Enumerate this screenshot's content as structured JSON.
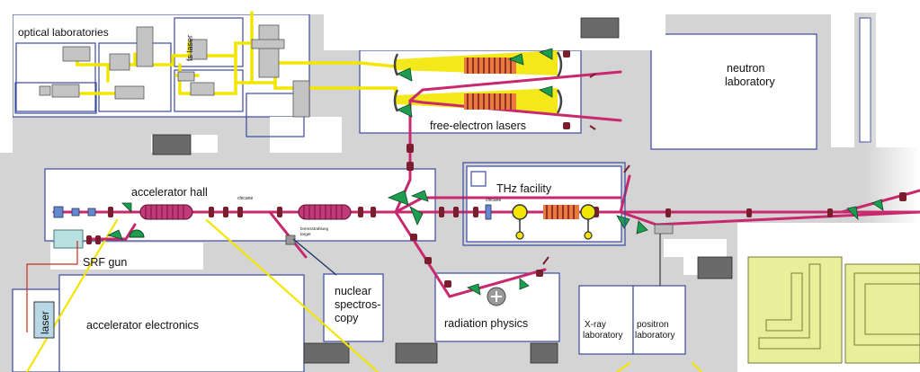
{
  "rooms": {
    "optical_laboratories": "optical laboratories",
    "fs_laser": "fs laser",
    "free_electron_lasers": "free-electron lasers",
    "neutron_laboratory": [
      "neutron",
      "laboratory"
    ],
    "accelerator_hall": "accelerator hall",
    "thz_facility": "THz facility",
    "srf_gun": "SRF gun",
    "laser": "laser",
    "accelerator_electronics": "accelerator electronics",
    "nuclear_spectroscopy": [
      "nuclear",
      "spectros-",
      "copy"
    ],
    "radiation_physics": "radiation physics",
    "xray_laboratory": [
      "X-ray",
      "laboratory"
    ],
    "positron_laboratory": [
      "positron",
      "laboratory"
    ]
  },
  "beamline_labels": {
    "chicane_1": "chicane",
    "chicane_2": "chicane",
    "bremsstrahlung_target": [
      "bremsstrahlung",
      "target"
    ]
  },
  "colors": {
    "floor": "#d4d4d4",
    "wall": "#3a4aa0",
    "beamline": "#c8286e",
    "laser_path": "#f2e600",
    "undulator": "#c23a7a",
    "magnet": "#1e9c50",
    "cavity": "#7a1e2e",
    "building_dark": "#6a6a6a",
    "green_building": "#e8ef9a",
    "srf_cryostat": "#b8e0e0",
    "cable": "#cc2a1e"
  }
}
